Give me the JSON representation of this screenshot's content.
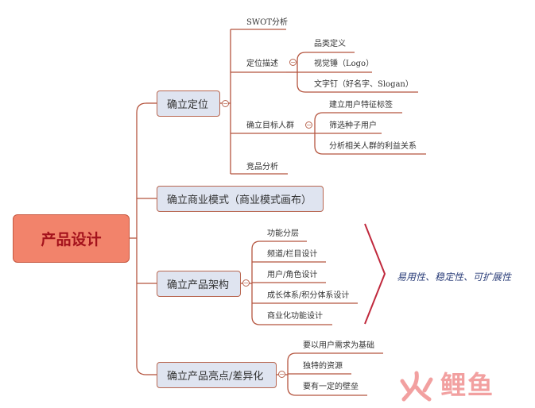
{
  "root": {
    "label": "产品设计"
  },
  "branches": [
    {
      "label": "确立定位",
      "children": [
        {
          "label": "SWOT分析"
        },
        {
          "label": "定位描述",
          "children": [
            {
              "label": "品类定义"
            },
            {
              "label": "视觉锤（Logo）"
            },
            {
              "label": "文字钉（好名字、Slogan）"
            }
          ]
        },
        {
          "label": "确立目标人群",
          "children": [
            {
              "label": "建立用户特征标签"
            },
            {
              "label": "筛选种子用户"
            },
            {
              "label": "分析相关人群的利益关系"
            }
          ]
        },
        {
          "label": "竞品分析"
        }
      ]
    },
    {
      "label": "确立商业模式（商业模式画布）"
    },
    {
      "label": "确立产品架构",
      "children": [
        {
          "label": "功能分层"
        },
        {
          "label": "频道/栏目设计"
        },
        {
          "label": "用户/角色设计"
        },
        {
          "label": "成长体系/积分体系设计"
        },
        {
          "label": "商业化功能设计"
        }
      ]
    },
    {
      "label": "确立产品亮点/差异化",
      "children": [
        {
          "label": "要以用户需求为基础"
        },
        {
          "label": "独特的资源"
        },
        {
          "label": "要有一定的壁垒"
        }
      ]
    }
  ],
  "summary": {
    "label": "易用性、稳定性、可扩展性"
  },
  "collapse_symbol": "−",
  "watermark": {
    "text": "鲤鱼"
  },
  "colors": {
    "line": "#b5553f",
    "root_fill": "#f2836b",
    "root_text": "#a4121c",
    "branch_fill": "#dfe4f0",
    "summary_brace": "#c0283c",
    "summary_text": "#2c3f7a"
  }
}
